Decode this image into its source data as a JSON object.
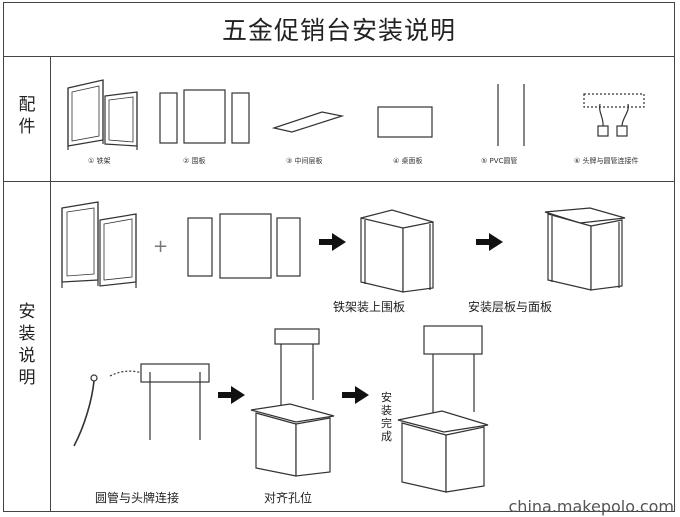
{
  "title": "五金促销台安装说明",
  "sections": {
    "parts_label": [
      "配",
      "件"
    ],
    "install_label": [
      "安",
      "装",
      "说",
      "明"
    ]
  },
  "parts": [
    {
      "num": "①",
      "label": "铁架"
    },
    {
      "num": "②",
      "label": "围板"
    },
    {
      "num": "③",
      "label": "中间层板"
    },
    {
      "num": "④",
      "label": "桌面板"
    },
    {
      "num": "⑤",
      "label": "PVC圆管"
    },
    {
      "num": "⑥",
      "label": "头牌与圆管连接件"
    }
  ],
  "steps": {
    "plus": "+",
    "step1": "铁架装上围板",
    "step2": "安装层板与面板",
    "step3": "圆管与头牌连接",
    "step4": "对齐孔位",
    "step5": [
      "安",
      "装",
      "完",
      "成"
    ]
  },
  "watermark": "china.makepolo.com"
}
